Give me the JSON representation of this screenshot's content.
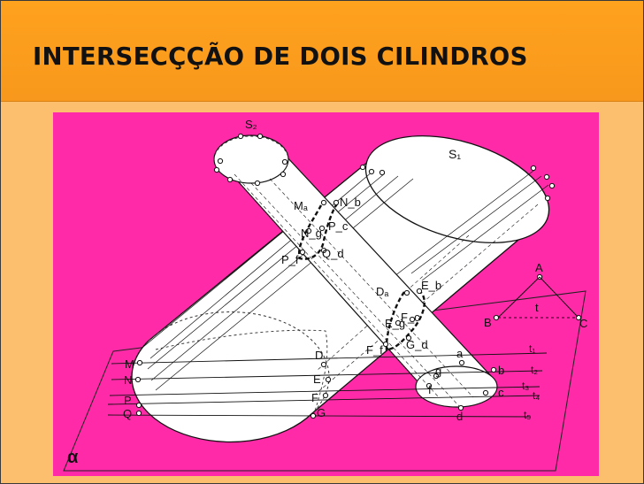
{
  "title": "INTERSECÇÇÃO DE DOIS CILINDROS",
  "colors": {
    "title_bar": "#f8981c",
    "slide_background": "#fcbf6d",
    "figure_background": "#ff2aa8",
    "cylinder_fill": "#ffffff",
    "line": "#111111"
  },
  "diagram": {
    "base_labels": {
      "s2": "S₂",
      "s1": "S₁",
      "plane": "α"
    },
    "upper_section_labels": {
      "ma": "Mₐ",
      "nb": "N_b",
      "ng": "N_g",
      "pc": "P_c",
      "pf": "P_f",
      "qd": "Q_d"
    },
    "lower_section_labels": {
      "da": "Dₐ",
      "eb": "E_b",
      "eg": "E_g",
      "fc": "F_c",
      "ff": "F_f",
      "gd": "G_d"
    },
    "left_labels": [
      "M",
      "N",
      "P",
      "Q"
    ],
    "ground_labels": [
      "D",
      "E",
      "F",
      "G"
    ],
    "right_ground_labels": [
      "a",
      "b",
      "c",
      "d",
      "f",
      "g"
    ],
    "line_labels": [
      "t₁",
      "t₂",
      "t₃",
      "t₄",
      "t₅"
    ],
    "triangle_labels": {
      "a": "A",
      "b": "B",
      "c": "C",
      "t": "t"
    }
  }
}
